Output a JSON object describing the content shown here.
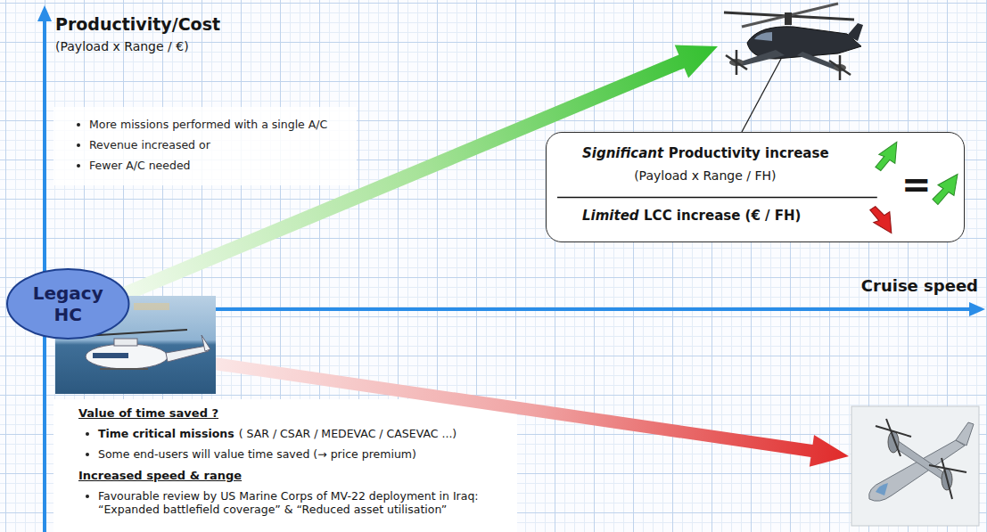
{
  "diagram": {
    "nodes": [
      {
        "text": [
          "Significant",
          "Productivity increase",
          "(Payload x Range / FH)",
          "Limited",
          "LCC increase (€ / FH)",
          "="
        ]
      },
      {
        "text": [
          "Legacy HC"
        ]
      }
    ],
    "labels": [
      "Productivity/Cost",
      "(Payload x Range / €)",
      "More missions performed with a single A/C",
      "Revenue increased or",
      "Fewer A/C needed",
      "Cruise speed",
      "Value of time saved ?",
      "Time critical missions",
      "( SAR / CSAR / MEDEVAC / CASEVAC ...)",
      "Some end-users will value time saved (→ price premium)",
      "Increased speed & range",
      "Favourable review by US Marine Corps of MV-22 deployment in Iraq: “Expanded battlefield coverage” & “Reduced asset utilisation”"
    ]
  }
}
